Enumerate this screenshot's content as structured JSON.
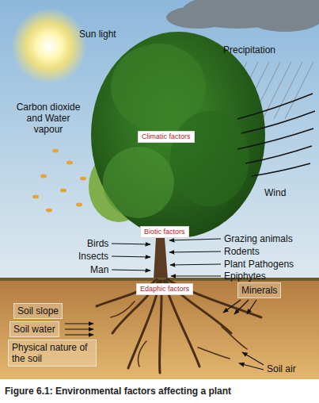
{
  "diagram": {
    "caption": "Figure 6.1: Environmental factors affecting a plant",
    "nodes": [
      {
        "text": [
          "Climatic factors"
        ]
      },
      {
        "text": [
          "Biotic factors"
        ]
      },
      {
        "text": [
          "Edaphic factors"
        ]
      },
      {
        "text": [
          "Soil slope"
        ]
      },
      {
        "text": [
          "Soil water"
        ]
      },
      {
        "text": [
          "Physical nature of the soil"
        ]
      },
      {
        "text": [
          "Minerals"
        ]
      }
    ],
    "labels": [
      "Sun light",
      "Precipitation",
      "Carbon dioxide and Water vapour",
      "Wind",
      "Birds",
      "Insects",
      "Man",
      "Grazing animals",
      "Rodents",
      "Plant Pathogens",
      "Epiphytes",
      "Soil air"
    ]
  }
}
